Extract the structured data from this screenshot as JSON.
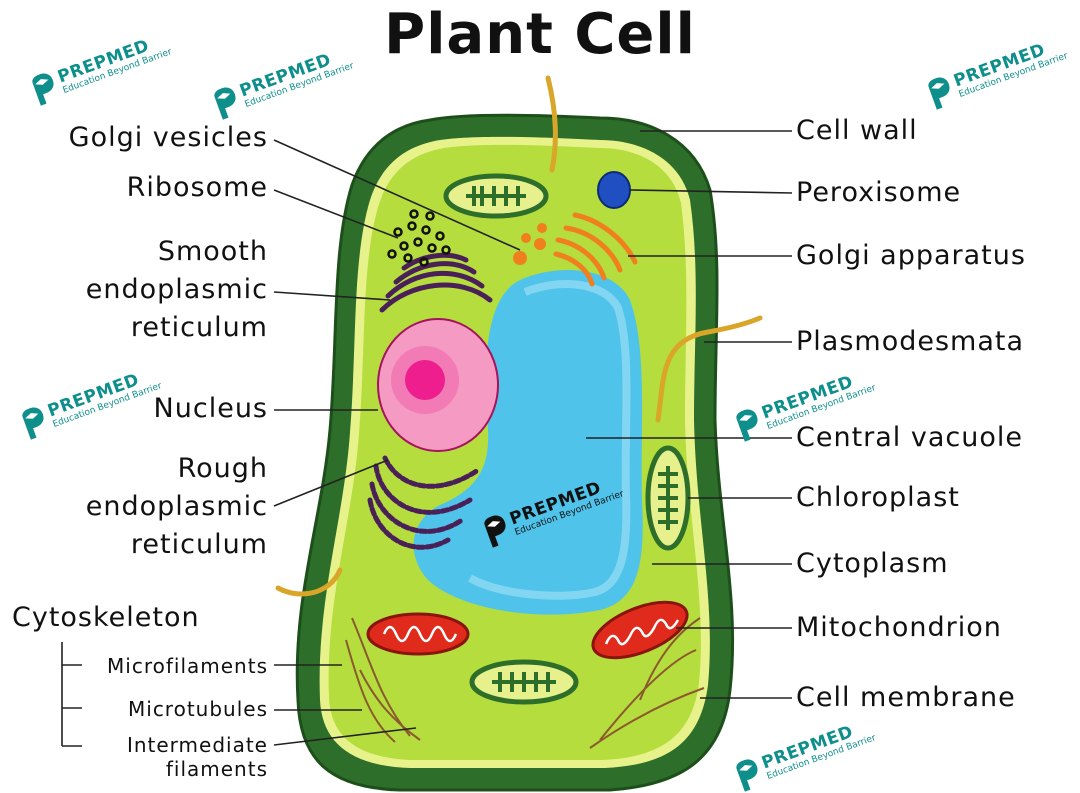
{
  "title": "Plant Cell",
  "labels_left": {
    "golgi_vesicles": "Golgi vesicles",
    "ribosome": "Ribosome",
    "smooth_er_1": "Smooth",
    "smooth_er_2": "endoplasmic",
    "smooth_er_3": "reticulum",
    "nucleus": "Nucleus",
    "rough_er_1": "Rough",
    "rough_er_2": "endoplasmic",
    "rough_er_3": "reticulum",
    "cytoskeleton": "Cytoskeleton",
    "microfilaments": "Microfilaments",
    "microtubules": "Microtubules",
    "intermediate_1": "Intermediate",
    "intermediate_2": "filaments"
  },
  "labels_right": {
    "cell_wall": "Cell wall",
    "peroxisome": "Peroxisome",
    "golgi_apparatus": "Golgi apparatus",
    "plasmodesmata": "Plasmodesmata",
    "central_vacuole": "Central vacuole",
    "chloroplast": "Chloroplast",
    "cytoplasm": "Cytoplasm",
    "mitochondrion": "Mitochondrion",
    "cell_membrane": "Cell membrane"
  },
  "watermark": {
    "brand": "PREPMED",
    "tagline": "Education Beyond Barrier",
    "registered": "®"
  },
  "colors": {
    "cell_wall": "#2d6e2a",
    "membrane": "#e8f28a",
    "cytoplasm": "#b5dd3e",
    "vacuole": "#4fc3ea",
    "nucleus": "#f59ac2",
    "nucleolus": "#ee1e8f",
    "mitochondrion": "#e02a1c",
    "golgi": "#f07f1e",
    "er": "#4a2058",
    "peroxisome": "#1f4fc0",
    "plasmodesmata": "#d9a62a",
    "watermark": "#0f8f8c"
  }
}
